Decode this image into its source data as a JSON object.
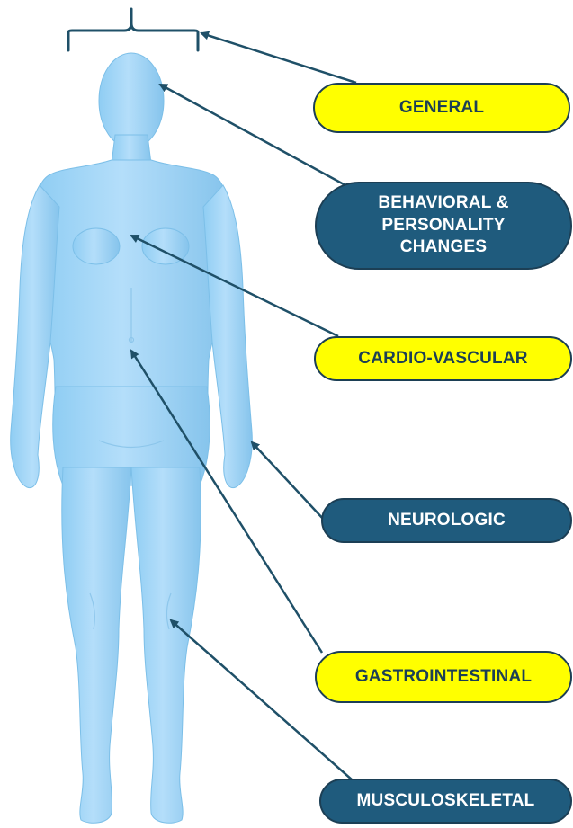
{
  "diagram": {
    "colors": {
      "body_fill": "#a9d8f7",
      "body_shade": "#7ec0ea",
      "arrow": "#1f5068",
      "pill_yellow": "#ffff00",
      "pill_blue": "#1f5b7d",
      "pill_border": "#1c3f55"
    },
    "figure": "human-body-silhouette",
    "labels": {
      "general": "GENERAL",
      "behavioral": "BEHAVIORAL &\nPERSONALITY\nCHANGES",
      "cardiovascular": "CARDIO-VASCULAR",
      "neurologic": "NEUROLOGIC",
      "gastrointestinal": "GASTROINTESTINAL",
      "musculoskeletal": "MUSCULOSKELETAL"
    }
  }
}
